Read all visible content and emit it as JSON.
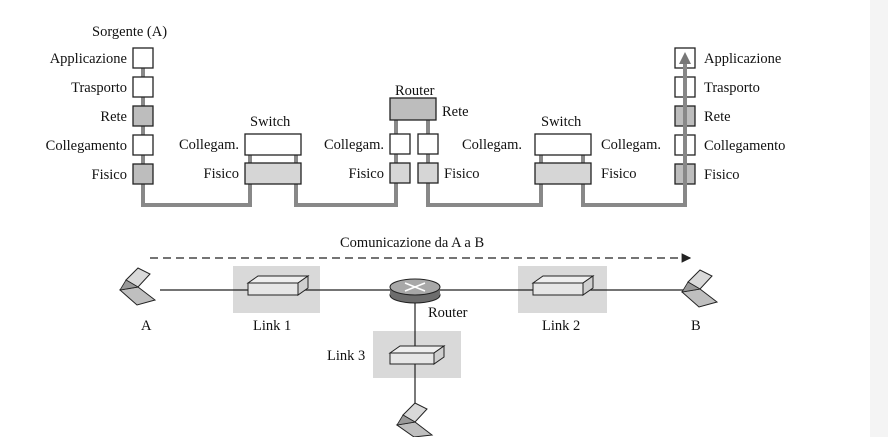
{
  "source_label": "Sorgente (A)",
  "left_stack": [
    "Applicazione",
    "Trasporto",
    "Rete",
    "Collegamento",
    "Fisico"
  ],
  "switch1": {
    "title": "Switch",
    "collegam": "Collegam.",
    "fisico": "Fisico"
  },
  "router_stack": {
    "title": "Router",
    "rete": "Rete",
    "collegam_left": "Collegam.",
    "collegam_right": "Collegam.",
    "fisico_left": "Fisico",
    "fisico_right": "Fisico"
  },
  "switch2": {
    "title": "Switch",
    "collegam": "Collegam.",
    "fisico": "Fisico"
  },
  "right_stack": [
    "Applicazione",
    "Trasporto",
    "Rete",
    "Collegamento",
    "Fisico"
  ],
  "network": {
    "comm_label": "Comunicazione da A a B",
    "host_a": "A",
    "host_b": "B",
    "link1": "Link 1",
    "link2": "Link 2",
    "link3": "Link 3",
    "router": "Router"
  }
}
